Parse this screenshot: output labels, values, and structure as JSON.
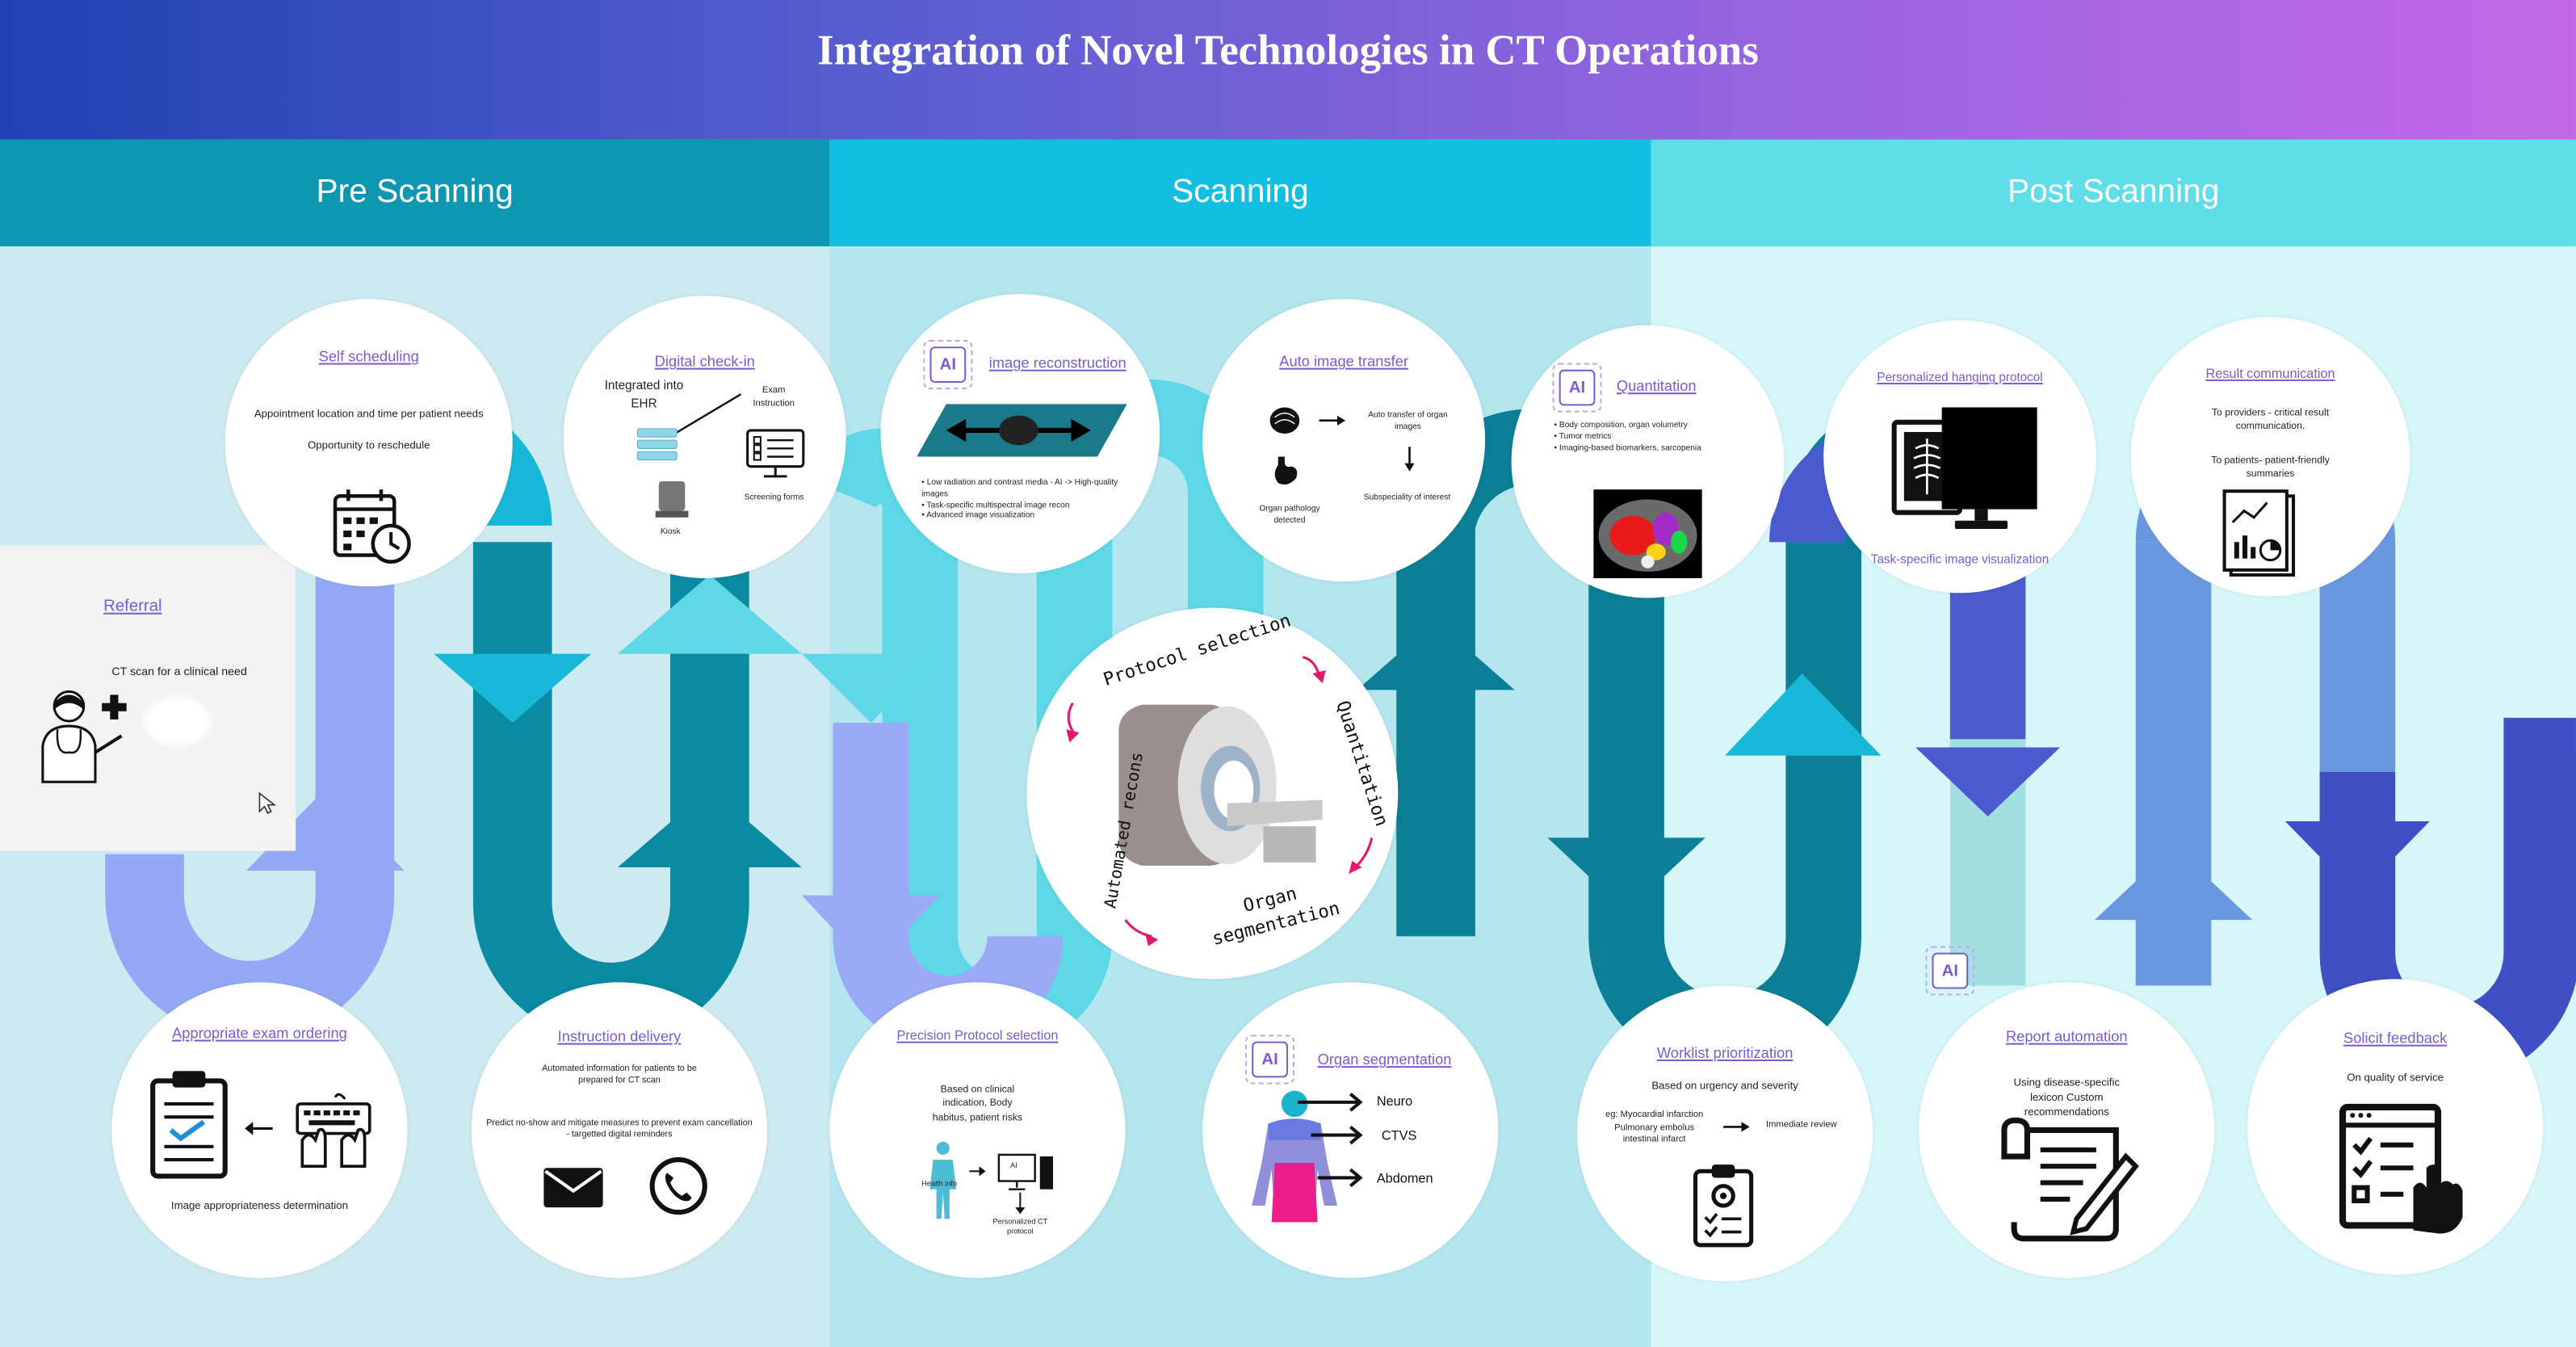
{
  "title": "Integration of Novel Technologies in CT Operations",
  "phases": [
    "Pre Scanning",
    "Scanning",
    "Post Scanning"
  ],
  "referral": {
    "title": "Referral",
    "text": "CT scan for a clinical need"
  },
  "self_scheduling": {
    "title": "Self scheduling",
    "line1": "Appointment location and time per patient needs",
    "line2": "Opportunity to reschedule"
  },
  "digital_checkin": {
    "title": "Digital check-in",
    "ehr": "Integrated into EHR",
    "exam": "Exam Instruction",
    "kiosk": "Kiosk",
    "forms": "Screening forms"
  },
  "image_recon": {
    "title": "image reconstruction",
    "bullets": [
      "Low radiation and contrast media - AI -> High-quality images",
      "Task-specific multispectral image recon",
      "Advanced image visualization"
    ]
  },
  "auto_transfer": {
    "title": "Auto image transfer",
    "transfer": "Auto transfer of organ images",
    "detected": "Organ pathology detected",
    "subspecialty": "Subspeciality of interest"
  },
  "quantitation": {
    "title": "Quantitation",
    "bullets": [
      "Body composition, organ volumetry",
      "Tumor metrics",
      "Imaging-based biomarkers, sarcopenia"
    ]
  },
  "hanging": {
    "title": "Personalized hanging protocol",
    "caption": "Task-specific image visualization"
  },
  "result_comm": {
    "title": "Result communication",
    "providers": "To providers - critical result communication.",
    "patients": "To patients- patient-friendly summaries"
  },
  "center": {
    "protocol": "Protocol selection",
    "quant": "Quantitation",
    "organ": "Organ segmentation",
    "recons": "Automated recons"
  },
  "exam_ordering": {
    "title": "Appropriate exam ordering",
    "text": "Image appropriateness determination"
  },
  "instruction": {
    "title": "Instruction delivery",
    "line1": "Automated information for patients to be prepared for CT scan",
    "line2": "Predict no-show and mitigate measures to prevent exam cancellation - targetted digital reminders"
  },
  "precision": {
    "title": "Precision Protocol selection",
    "text": "Based on clinical indication, Body habitus, patient risks",
    "health": "Health info",
    "ai": "AI",
    "output": "Personalized CT protocol"
  },
  "organ_seg": {
    "title": "Organ segmentation",
    "items": [
      "Neuro",
      "CTVS",
      "Abdomen"
    ]
  },
  "worklist": {
    "title": "Worklist prioritization",
    "text": "Based on urgency and severity",
    "eg": "eg: Myocardial infarction Pulmonary embolus intestinal infarct",
    "result": "Immediate review"
  },
  "report": {
    "title": "Report automation",
    "text": "Using disease-specific lexicon Custom recommendations"
  },
  "feedback": {
    "title": "Solicit feedback",
    "text": "On quality of service"
  },
  "ai_label": "AI",
  "colors": {
    "pre_head": "#0d97b0",
    "scan_head": "#12bfe0",
    "post_head": "#5fdde8",
    "purple": "#7a5bd0",
    "pink": "#e5166d"
  }
}
